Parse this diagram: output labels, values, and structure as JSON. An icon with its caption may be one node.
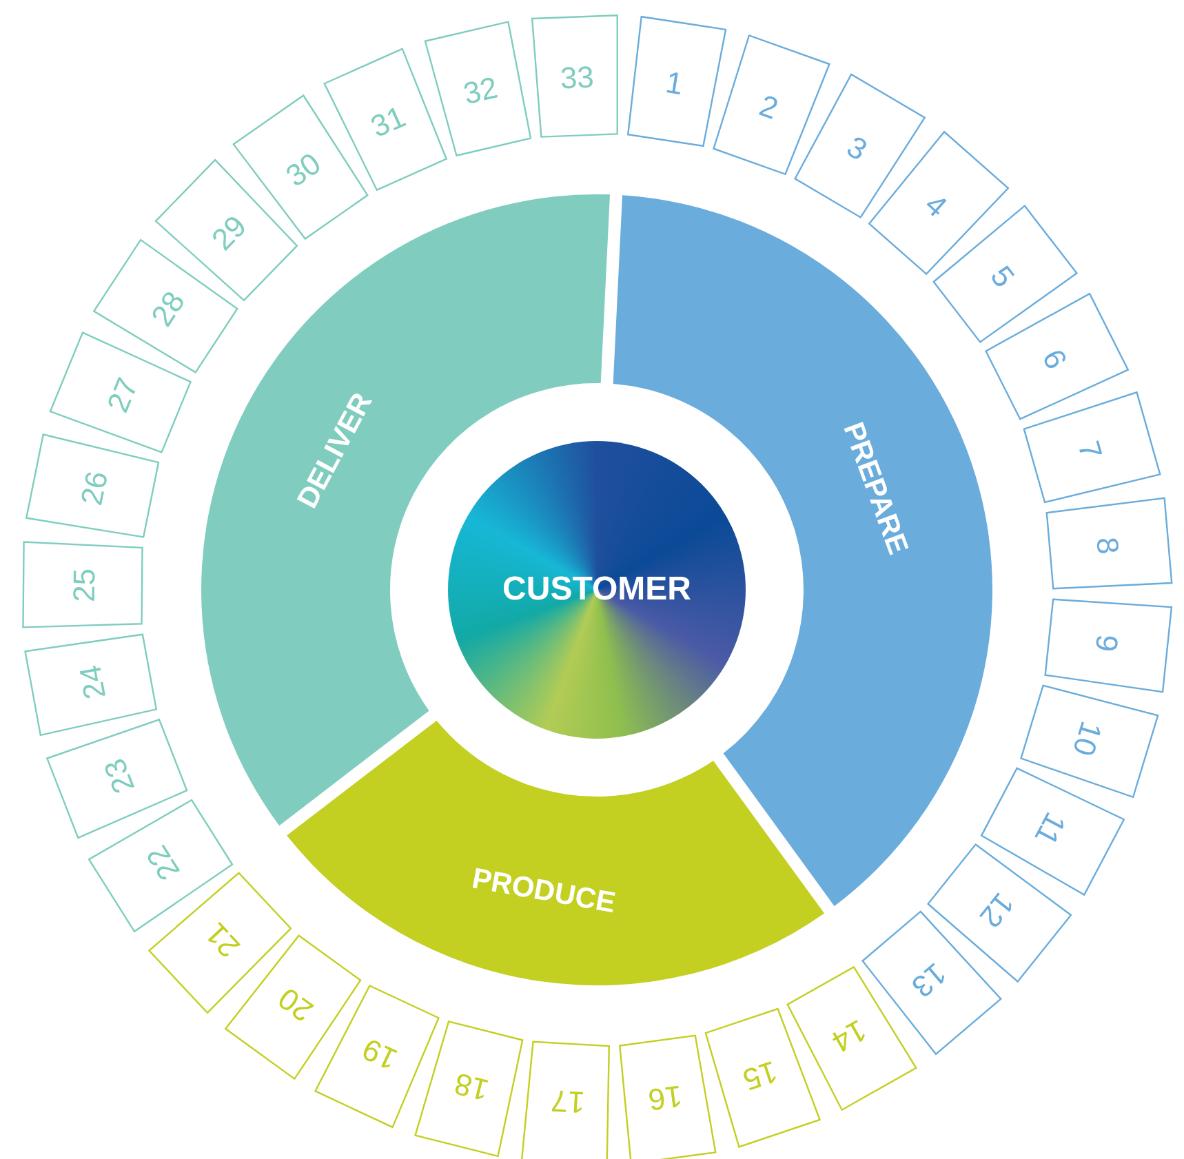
{
  "diagram": {
    "nodes": [
      {
        "text": [
          "CUSTOMER"
        ]
      },
      {
        "text": [
          "PREPARE"
        ]
      },
      {
        "text": [
          "PRODUCE"
        ]
      },
      {
        "text": [
          "DELIVER"
        ]
      },
      {
        "text": [
          "1"
        ]
      },
      {
        "text": [
          "2"
        ]
      },
      {
        "text": [
          "3"
        ]
      },
      {
        "text": [
          "4"
        ]
      },
      {
        "text": [
          "5"
        ]
      },
      {
        "text": [
          "6"
        ]
      },
      {
        "text": [
          "7"
        ]
      },
      {
        "text": [
          "8"
        ]
      },
      {
        "text": [
          "9"
        ]
      },
      {
        "text": [
          "10"
        ]
      },
      {
        "text": [
          "11"
        ]
      },
      {
        "text": [
          "12"
        ]
      },
      {
        "text": [
          "13"
        ]
      },
      {
        "text": [
          "14"
        ]
      },
      {
        "text": [
          "15"
        ]
      },
      {
        "text": [
          "16"
        ]
      },
      {
        "text": [
          "17"
        ]
      },
      {
        "text": [
          "18"
        ]
      },
      {
        "text": [
          "19"
        ]
      },
      {
        "text": [
          "20"
        ]
      },
      {
        "text": [
          "21"
        ]
      },
      {
        "text": [
          "22"
        ]
      },
      {
        "text": [
          "23"
        ]
      },
      {
        "text": [
          "24"
        ]
      },
      {
        "text": [
          "25"
        ]
      },
      {
        "text": [
          "26"
        ]
      },
      {
        "text": [
          "27"
        ]
      },
      {
        "text": [
          "28"
        ]
      },
      {
        "text": [
          "29"
        ]
      },
      {
        "text": [
          "30"
        ]
      },
      {
        "text": [
          "31"
        ]
      },
      {
        "text": [
          "32"
        ]
      },
      {
        "text": [
          "33"
        ]
      }
    ]
  }
}
